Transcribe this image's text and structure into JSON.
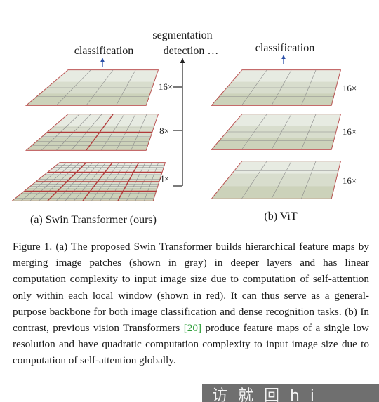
{
  "figure": {
    "swin": {
      "top_label": "classification",
      "side_label_1": "segmentation",
      "side_label_2": "detection …",
      "scales": [
        "16×",
        "8×",
        "4×"
      ],
      "subcaption": "(a) Swin Transformer (ours)"
    },
    "vit": {
      "top_label": "classification",
      "scales": [
        "16×",
        "16×",
        "16×"
      ],
      "subcaption": "(b) ViT"
    },
    "colors": {
      "window_border": "#b23a3a",
      "patch_line": "#8a8a8a",
      "arrow": "#2a4fa8"
    }
  },
  "caption": {
    "before_cite": "Figure 1. (a) The proposed Swin Transformer builds hierarchical feature maps by merging image patches (shown in gray) in deeper layers and has linear computation complexity to input image size due to computation of self-attention only within each local window (shown in red). It can thus serve as a general-purpose backbone for both image classification and dense recognition tasks. (b) In contrast, previous vision Transformers ",
    "cite": "[20]",
    "after_cite": " produce feature maps of a single low resolution and have quadratic computation complexity to input image size due to computation of self-attention globally."
  },
  "overlay": {
    "banner_text": "访 就 回 h i"
  }
}
